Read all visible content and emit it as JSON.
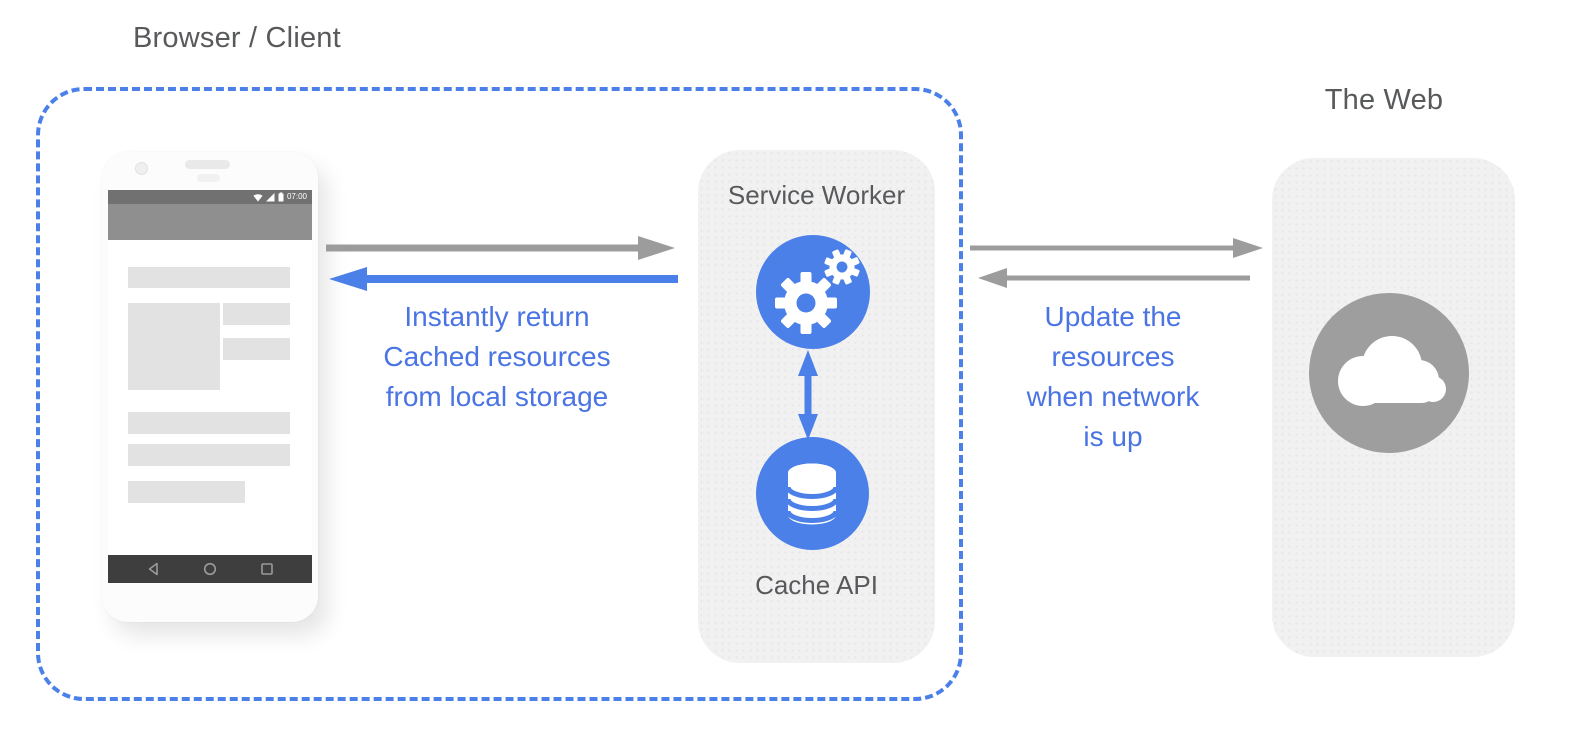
{
  "colors": {
    "blue": "#4b80e8",
    "blue_text": "#4a74e4",
    "arrow_gray": "#9c9c9c",
    "title_gray": "#58595b",
    "panel_bg": "#f1f1f2",
    "web_icon_gray": "#9e9e9e"
  },
  "labels": {
    "browser_client": "Browser / Client",
    "service_worker": "Service Worker",
    "cache_api": "Cache API",
    "the_web": "The Web"
  },
  "annotations": {
    "cached": {
      "lines": [
        "Instantly return",
        "Cached resources",
        "from local storage"
      ]
    },
    "update": {
      "lines": [
        "Update the",
        "resources",
        "when network",
        "is up"
      ]
    }
  },
  "phone": {
    "status_time": "07:00"
  },
  "icons": {
    "service_worker": "gears-icon",
    "cache_api": "database-icon",
    "web": "cloud-icon",
    "status_bar": [
      "wifi-icon",
      "cellular-icon",
      "battery-icon"
    ],
    "nav_bar": [
      "back-icon",
      "home-icon",
      "recents-icon"
    ]
  },
  "arrows": [
    {
      "name": "request-to-service-worker",
      "direction": "right",
      "color": "gray"
    },
    {
      "name": "cached-response-to-client",
      "direction": "left",
      "color": "blue"
    },
    {
      "name": "request-to-web",
      "direction": "right",
      "color": "gray"
    },
    {
      "name": "response-from-web",
      "direction": "left",
      "color": "gray"
    },
    {
      "name": "service-worker-cache-link",
      "direction": "both-vertical",
      "color": "blue"
    }
  ]
}
